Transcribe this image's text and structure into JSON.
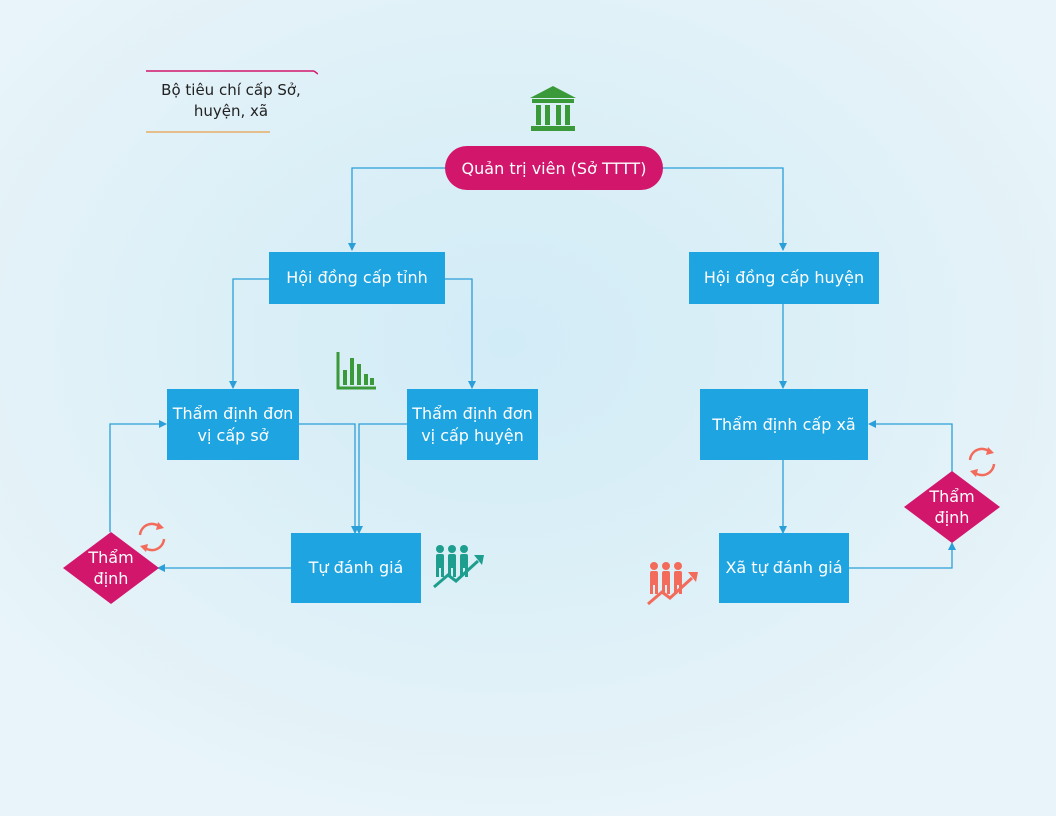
{
  "legend": {
    "text": "Bộ tiêu chí cấp Sở, huyện, xã"
  },
  "nodes": {
    "admin": "Quản trị viên (Sở TTTT)",
    "provincial_council": "Hội đồng cấp tỉnh",
    "district_council": "Hội đồng cấp huyện",
    "appraise_dept": "Thẩm định đơn vị cấp sở",
    "appraise_district": "Thẩm định đơn vị cấp huyện",
    "appraise_commune": "Thẩm định cấp xã",
    "self_assess": "Tự đánh giá",
    "commune_self_assess": "Xã tự đánh giá",
    "decision_left": "Thẩm định",
    "decision_right": "Thẩm định"
  },
  "colors": {
    "box": "#1ea4e0",
    "pill": "#d1166c",
    "diamond": "#d1166c",
    "connector": "#2b9fd8",
    "icon_green": "#3a9a3a",
    "icon_teal": "#1e9e8e",
    "icon_salmon": "#f26b5b"
  },
  "icons": [
    "bank-icon",
    "bar-chart-icon",
    "team-growth-icon",
    "team-growth-icon",
    "refresh-icon",
    "refresh-icon"
  ]
}
